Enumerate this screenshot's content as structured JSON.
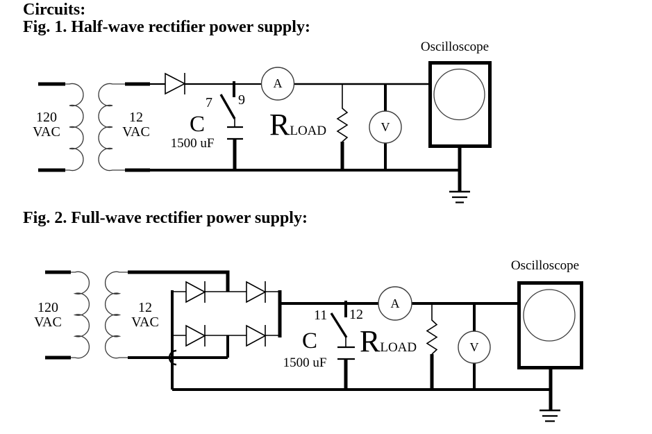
{
  "page": {
    "heading": "Circuits:",
    "fig1_title": "Fig. 1. Half-wave rectifier power supply:",
    "fig2_title": "Fig. 2. Full-wave rectifier power supply:"
  },
  "fig1": {
    "oscilloscope": "Oscilloscope",
    "primary_voltage": "120\nVAC",
    "secondary_voltage": "12\nVAC",
    "capacitor_name": "C",
    "capacitor_value": "1500 uF",
    "switch_pos_left": "7",
    "switch_pos_right": "9",
    "ammeter": "A",
    "voltmeter": "V",
    "load_name": "R",
    "load_subscript": "LOAD"
  },
  "fig2": {
    "oscilloscope": "Oscilloscope",
    "primary_voltage": "120\nVAC",
    "secondary_voltage": "12\nVAC",
    "capacitor_name": "C",
    "capacitor_value": "1500 uF",
    "switch_pos_left": "11",
    "switch_pos_right": "12",
    "ammeter": "A",
    "voltmeter": "V",
    "load_name": "R",
    "load_subscript": "LOAD"
  }
}
